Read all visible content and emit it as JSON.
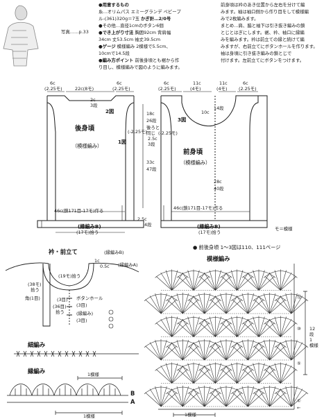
{
  "photo": {
    "caption": "写真……p.33"
  },
  "materials": {
    "head_yarn": "●用意するもの",
    "yarn_line1": "糸…オリムパス エミーグランデ ペビープ",
    "yarn_line2": "ル-(361)320g＝7玉",
    "hook": "かぎ針…2/0号",
    "other": "●その他…直径1cmのボタン6個",
    "head_size": "●でき上がり寸法",
    "size_line1": "胸囲92cm 背肩幅",
    "size_line2": "34cm 丈53.5cm 袖丈39.5cm",
    "head_gauge": "●ゲージ",
    "gauge_line1": "模様編み 2模様で5.5cm、",
    "gauge_line2": "10cmで14.5段",
    "head_points": "●編み方ポイント",
    "points_line1": "前後身頃とも裾から作",
    "points_line2": "り目し、模様編みで図のように編みます。"
  },
  "instructions": {
    "line1": "前身頃は衿のあき位置から左右を分けて編",
    "line2": "みます。袖は袖口側から作り目をして模様編",
    "line3": "みで2枚編みます。",
    "line4": "まとめ…肩、脇と袖下は引き抜き編みの鎖",
    "line5": "とじとはぎにします。裾、衿、袖口に縁編",
    "line6": "みを編みます。衿は前立ての縁と続けて編",
    "line7": "みますが、右前立てにボタンホールを作ります。",
    "line8": "袖は身頃に引き抜き編みの鎖とじで",
    "line9": "付けます。左前立てにボタンをつけます。"
  },
  "back": {
    "title": "後身頃",
    "pattern": "（模様編み）",
    "fig1": "1図",
    "fig2": "2図",
    "shoulder_l": "6c",
    "shoulder_l_sub": "(2.25モ)",
    "neck": "22c(8モ)",
    "shoulder_r": "6c",
    "shoulder_r_sub": "(2.25モ)",
    "neck_depth": "2c",
    "neck_rows": "3段",
    "side_dec": "(-2.25モ)",
    "bottom": "46c(鎖171目-17モ)作る",
    "edge": "(縁編みB)",
    "pickup": "(17モ)拾う"
  },
  "front": {
    "title": "前身頃",
    "pattern": "（模様編み）",
    "fig3": "3図",
    "shoulder_l": "6c",
    "shoulder_l_sub": "(2.25モ)",
    "neck_l": "11c",
    "neck_l_sub": "(4モ)",
    "neck_r": "11c",
    "neck_r_sub": "(4モ)",
    "shoulder_r": "6c",
    "shoulder_r_sub": "(2.25モ)",
    "neck_w": "10c",
    "neck_h": "14段",
    "armhole_h": "18c",
    "armhole_rows": "26段",
    "armhole_note1": "後ろと",
    "armhole_note2": "同じ",
    "armhole_d1": "2.5c",
    "armhole_d2": "3段",
    "armhole_dec": "(-2.25モ)",
    "side_len": "33c",
    "side_rows": "47段",
    "side_len2": "28c",
    "side_rows2": "40段",
    "bottom": "46c(鎖171目-17モ)作る",
    "edge": "(縁編みB)",
    "pickup": "(17モ)拾う",
    "edge_c": "2.5c",
    "edge_rows": "4段"
  },
  "legend": {
    "mo": "モ＝模様"
  },
  "collar": {
    "title": "衿・前立て",
    "edge_b": "(縁編みB)",
    "edge_a": "(縁編みA)",
    "c1": "1c",
    "c05": "0.5c",
    "pick19": "(19モ)拾う",
    "pick38": "(38モ)",
    "pick38b": "拾う",
    "corner": "角(1目)",
    "pick3": "(3目)",
    "pick36": "(36目)",
    "pick36b": "拾う",
    "buttonhole": "ボタンホール",
    "bh3": "(3目)",
    "edge_b2": "(縁編み)",
    "pick3b": "(3目)"
  },
  "saihen": {
    "title": "細編み"
  },
  "fuchi": {
    "title": "縁編み",
    "rep": "1模様",
    "a": "A",
    "b": "B",
    "rep2": "1模様"
  },
  "pattern_chart": {
    "note": "● 前後身頃 1～3図は110、111ページ",
    "title": "模様編み",
    "row12": "⑫",
    "rep12": "12",
    "rep_label": "段",
    "rep_label2": "1",
    "rep_label3": "模様",
    "row10": "⑩",
    "row5": "⑤",
    "row1": "①",
    "row_start": "←",
    "bottom_rep": "1模様"
  },
  "colors": {
    "ink": "#1a1a1a",
    "grid": "#555555"
  }
}
